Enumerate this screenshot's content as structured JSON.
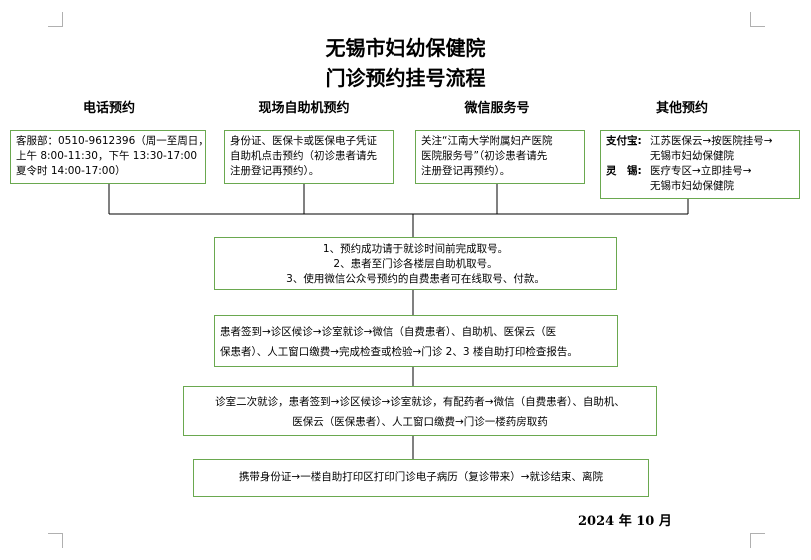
{
  "title_line1": "无锡市妇幼保健院",
  "title_line2": "门诊预约挂号流程",
  "columns": [
    {
      "heading": "电话预约",
      "lines": [
        "客服部：0510-9612396（周一至周日，",
        "上午 8:00-11:30，下午 13:30-17:00",
        "夏令时 14:00-17:00）"
      ]
    },
    {
      "heading": "现场自助机预约",
      "lines": [
        "身份证、医保卡或医保电子凭证",
        "自助机点击预约（初诊患者请先",
        "注册登记再预约）。"
      ]
    },
    {
      "heading": "微信服务号",
      "lines": [
        "关注“江南大学附属妇产医院",
        "医院服务号”（初诊患者请先",
        "注册登记再预约）。"
      ]
    },
    {
      "heading": "其他预约",
      "items": [
        {
          "label": "支付宝:",
          "lines": [
            "江苏医保云→按医院挂号→",
            "无锡市妇幼保健院"
          ]
        },
        {
          "label": "灵　锡:",
          "lines": [
            "医疗专区→立即挂号→",
            "无锡市妇幼保健院"
          ]
        }
      ]
    }
  ],
  "steps": [
    {
      "lines": [
        "1、预约成功请于就诊时间前完成取号。",
        "2、患者至门诊各楼层自助机取号。",
        "3、使用微信公众号预约的自费患者可在线取号、付款。"
      ]
    },
    {
      "lines": [
        "患者签到→诊区候诊→诊室就诊→微信（自费患者）、自助机、医保云（医",
        "保患者）、人工窗口缴费→完成检查或检验→门诊 2、3 楼自助打印检查报告。"
      ]
    },
    {
      "lines": [
        "诊室二次就诊，患者签到→诊区候诊→诊室就诊，有配药者→微信（自费患者）、自助机、",
        "医保云（医保患者）、人工窗口缴费→门诊一楼药房取药"
      ]
    },
    {
      "lines": [
        "携带身份证→一楼自助打印区打印门诊电子病历（复诊带来）→就诊结束、离院"
      ]
    }
  ],
  "date": "2024 年 10 月"
}
